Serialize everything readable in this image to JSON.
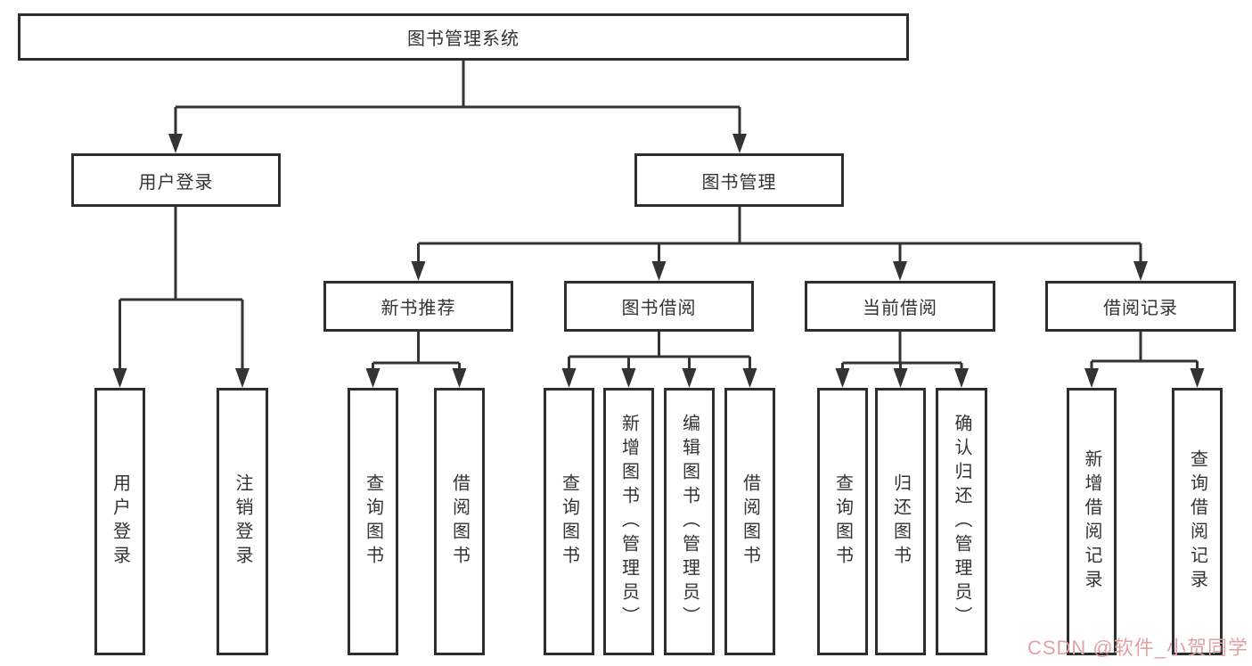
{
  "diagram": {
    "type": "hierarchy-tree",
    "root": {
      "label": "图书管理系统",
      "children": [
        {
          "label": "用户登录",
          "children": [
            {
              "label": "用户登录"
            },
            {
              "label": "注销登录"
            }
          ]
        },
        {
          "label": "图书管理",
          "children": [
            {
              "label": "新书推荐",
              "children": [
                {
                  "label": "查询图书"
                },
                {
                  "label": "借阅图书"
                }
              ]
            },
            {
              "label": "图书借阅",
              "children": [
                {
                  "label": "查询图书"
                },
                {
                  "label": "新增图书（管理员）"
                },
                {
                  "label": "编辑图书（管理员）"
                },
                {
                  "label": "借阅图书"
                }
              ]
            },
            {
              "label": "当前借阅",
              "children": [
                {
                  "label": "查询图书"
                },
                {
                  "label": "归还图书"
                },
                {
                  "label": "确认归还（管理员）"
                }
              ]
            },
            {
              "label": "借阅记录",
              "children": [
                {
                  "label": "新增借阅记录"
                },
                {
                  "label": "查询借阅记录"
                }
              ]
            }
          ]
        }
      ]
    }
  },
  "watermark": {
    "text": "CSDN @软件_小贺同学",
    "color": "#e2a2a4"
  },
  "colors": {
    "line": "#333333",
    "box_border": "#2e2e2e",
    "text": "#333333",
    "background": "#ffffff"
  }
}
